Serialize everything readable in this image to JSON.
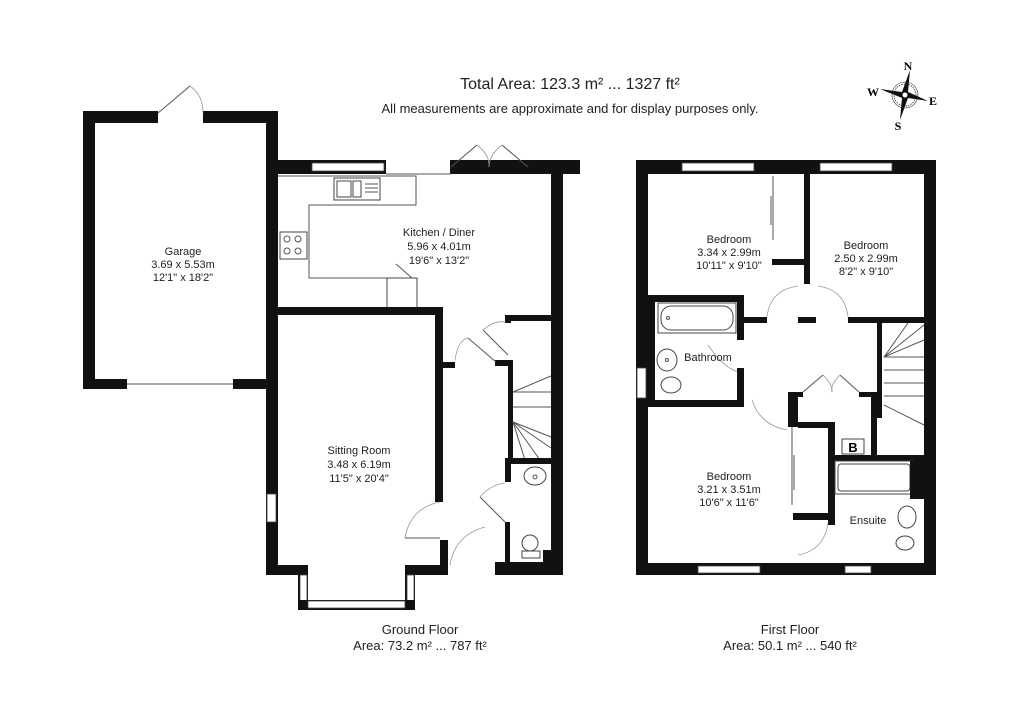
{
  "header": {
    "total_area": "Total Area: 123.3 m² ... 1327 ft²",
    "disclaimer": "All measurements are approximate and for display purposes only."
  },
  "compass": {
    "icon": "compass-rose-icon",
    "n": "N",
    "s": "S",
    "e": "E",
    "w": "W"
  },
  "ground_floor": {
    "title": "Ground Floor",
    "area": "Area: 73.2 m² ... 787 ft²",
    "rooms": [
      {
        "name": "Garage",
        "metric": "3.69 x 5.53m",
        "imperial": "12'1\" x 18'2\""
      },
      {
        "name": "Kitchen / Diner",
        "metric": "5.96 x 4.01m",
        "imperial": "19'6\" x 13'2\""
      },
      {
        "name": "Sitting Room",
        "metric": "3.48 x 6.19m",
        "imperial": "11'5\" x 20'4\""
      }
    ]
  },
  "first_floor": {
    "title": "First Floor",
    "area": "Area: 50.1 m² ... 540 ft²",
    "rooms": [
      {
        "name": "Bedroom",
        "metric": "3.34 x 2.99m",
        "imperial": "10'11\" x 9'10\""
      },
      {
        "name": "Bedroom",
        "metric": "2.50 x 2.99m",
        "imperial": "8'2\" x 9'10\""
      },
      {
        "name": "Bathroom"
      },
      {
        "name": "Bedroom",
        "metric": "3.21 x 3.51m",
        "imperial": "10'6\" x 11'6\""
      },
      {
        "name": "Ensuite"
      }
    ],
    "boiler_label": "B"
  }
}
